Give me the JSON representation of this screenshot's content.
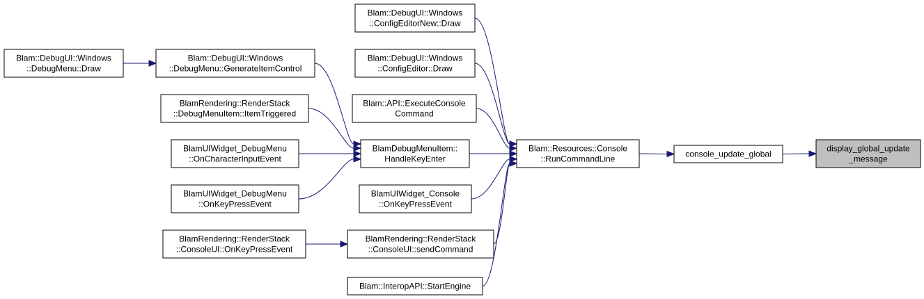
{
  "nodes": [
    {
      "id": "display_global_update_message",
      "lines": [
        "display_global_update",
        "_message"
      ],
      "current": true
    },
    {
      "id": "console_update_global",
      "lines": [
        "console_update_global"
      ]
    },
    {
      "id": "RunCommandLine",
      "lines": [
        "Blam::Resources::Console",
        "::RunCommandLine"
      ]
    },
    {
      "id": "ConfigEditorNewDraw",
      "lines": [
        "Blam::DebugUI::Windows",
        "::ConfigEditorNew::Draw"
      ]
    },
    {
      "id": "ConfigEditorDraw",
      "lines": [
        "Blam::DebugUI::Windows",
        "::ConfigEditor::Draw"
      ]
    },
    {
      "id": "ExecuteConsoleCommand",
      "lines": [
        "Blam::API::ExecuteConsole",
        "Command"
      ]
    },
    {
      "id": "HandleKeyEnter",
      "lines": [
        "BlamDebugMenuItem::",
        "HandleKeyEnter"
      ]
    },
    {
      "id": "ConsoleOnKeyPressEvent",
      "lines": [
        "BlamUIWidget_Console",
        "::OnKeyPressEvent"
      ]
    },
    {
      "id": "sendCommand",
      "lines": [
        "BlamRendering::RenderStack",
        "::ConsoleUI::sendCommand"
      ]
    },
    {
      "id": "StartEngine",
      "lines": [
        "Blam::InteropAPI::StartEngine"
      ]
    },
    {
      "id": "GenerateItemControl",
      "lines": [
        "Blam::DebugUI::Windows",
        "::DebugMenu::GenerateItemControl"
      ]
    },
    {
      "id": "DebugMenuDraw",
      "lines": [
        "Blam::DebugUI::Windows",
        "::DebugMenu::Draw"
      ]
    },
    {
      "id": "ItemTriggered",
      "lines": [
        "BlamRendering::RenderStack",
        "::DebugMenuItem::ItemTriggered"
      ]
    },
    {
      "id": "OnCharacterInputEvent",
      "lines": [
        "BlamUIWidget_DebugMenu",
        "::OnCharacterInputEvent"
      ]
    },
    {
      "id": "DebugMenuOnKeyPressEvent",
      "lines": [
        "BlamUIWidget_DebugMenu",
        "::OnKeyPressEvent"
      ]
    },
    {
      "id": "ConsoleUIOnKeyPressEvent",
      "lines": [
        "BlamRendering::RenderStack",
        "::ConsoleUI::OnKeyPressEvent"
      ]
    }
  ],
  "edges": [
    {
      "from": "console_update_global",
      "to": "display_global_update_message"
    },
    {
      "from": "RunCommandLine",
      "to": "console_update_global"
    },
    {
      "from": "ConfigEditorNewDraw",
      "to": "RunCommandLine"
    },
    {
      "from": "ConfigEditorDraw",
      "to": "RunCommandLine"
    },
    {
      "from": "ExecuteConsoleCommand",
      "to": "RunCommandLine"
    },
    {
      "from": "HandleKeyEnter",
      "to": "RunCommandLine"
    },
    {
      "from": "ConsoleOnKeyPressEvent",
      "to": "RunCommandLine"
    },
    {
      "from": "sendCommand",
      "to": "RunCommandLine"
    },
    {
      "from": "StartEngine",
      "to": "RunCommandLine"
    },
    {
      "from": "GenerateItemControl",
      "to": "HandleKeyEnter"
    },
    {
      "from": "ItemTriggered",
      "to": "HandleKeyEnter"
    },
    {
      "from": "OnCharacterInputEvent",
      "to": "HandleKeyEnter"
    },
    {
      "from": "DebugMenuOnKeyPressEvent",
      "to": "HandleKeyEnter"
    },
    {
      "from": "DebugMenuDraw",
      "to": "GenerateItemControl"
    },
    {
      "from": "ConsoleUIOnKeyPressEvent",
      "to": "sendCommand"
    }
  ],
  "colors": {
    "edge": "#191970",
    "current_fill": "#bfbfbf",
    "node_stroke": "#000000"
  }
}
